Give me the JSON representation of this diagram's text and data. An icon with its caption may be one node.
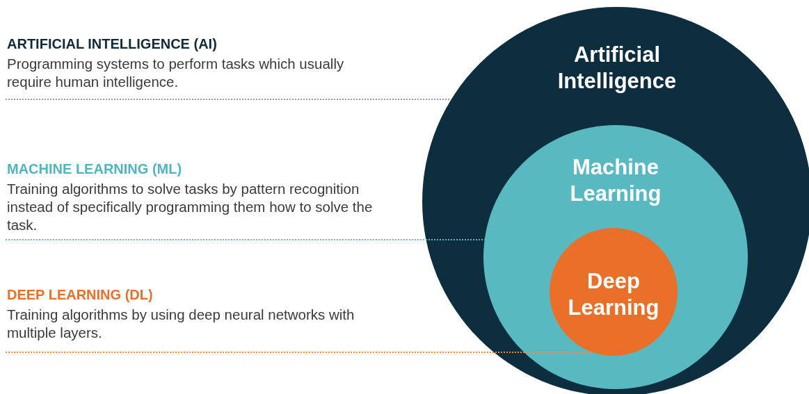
{
  "diagram": {
    "nodes": [
      {
        "text": [
          "ARTIFICIAL INTELLIGENCE (AI)",
          "Programming systems to perform tasks which usually require human intelligence."
        ]
      },
      {
        "text": [
          "MACHINE LEARNING (ML)",
          "Training algorithms to solve tasks by pattern recognition instead of specifically programming them how to solve the task."
        ]
      },
      {
        "text": [
          "DEEP LEARNING (DL)",
          "Training algorithms by using deep neural networks with multiple layers."
        ]
      },
      {
        "text": [
          "Artificial Intelligence"
        ]
      },
      {
        "text": [
          "Machine Learning"
        ],
        "in": 3
      },
      {
        "text": [
          "Deep Learning"
        ],
        "in": 4
      }
    ],
    "edges": [
      {
        "from": 0,
        "to": 3,
        "arrow": "none",
        "style": "dashed",
        "color": "#8f9ba3"
      },
      {
        "from": 1,
        "to": 4,
        "arrow": "none",
        "style": "dashed",
        "color": "#5bbcc4"
      },
      {
        "from": 2,
        "to": 5,
        "arrow": "none",
        "style": "dashed",
        "color": "#ee8a4c"
      }
    ]
  }
}
